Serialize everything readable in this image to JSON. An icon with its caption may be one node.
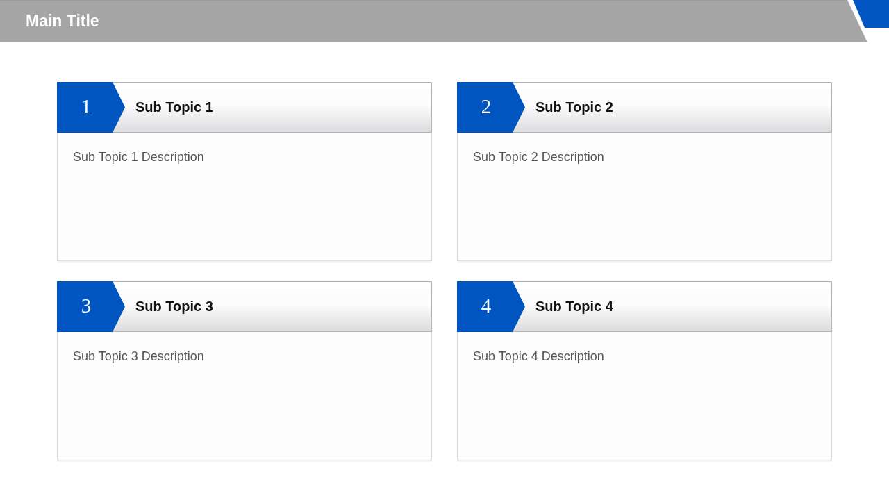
{
  "diagram": {
    "title": "Main Title",
    "nodes": [
      {
        "text": [
          "Sub Topic 1",
          "Sub Topic 1 Description"
        ]
      },
      {
        "text": [
          "1"
        ],
        "in": 0
      },
      {
        "text": [
          "Sub Topic 2",
          "Sub Topic 2 Description"
        ]
      },
      {
        "text": [
          "2"
        ],
        "in": 2
      },
      {
        "text": [
          "Sub Topic 3",
          "Sub Topic 3 Description"
        ]
      },
      {
        "text": [
          "3"
        ],
        "in": 4
      },
      {
        "text": [
          "Sub Topic 4",
          "Sub Topic 4 Description"
        ]
      },
      {
        "text": [
          "4"
        ],
        "in": 6
      }
    ]
  }
}
